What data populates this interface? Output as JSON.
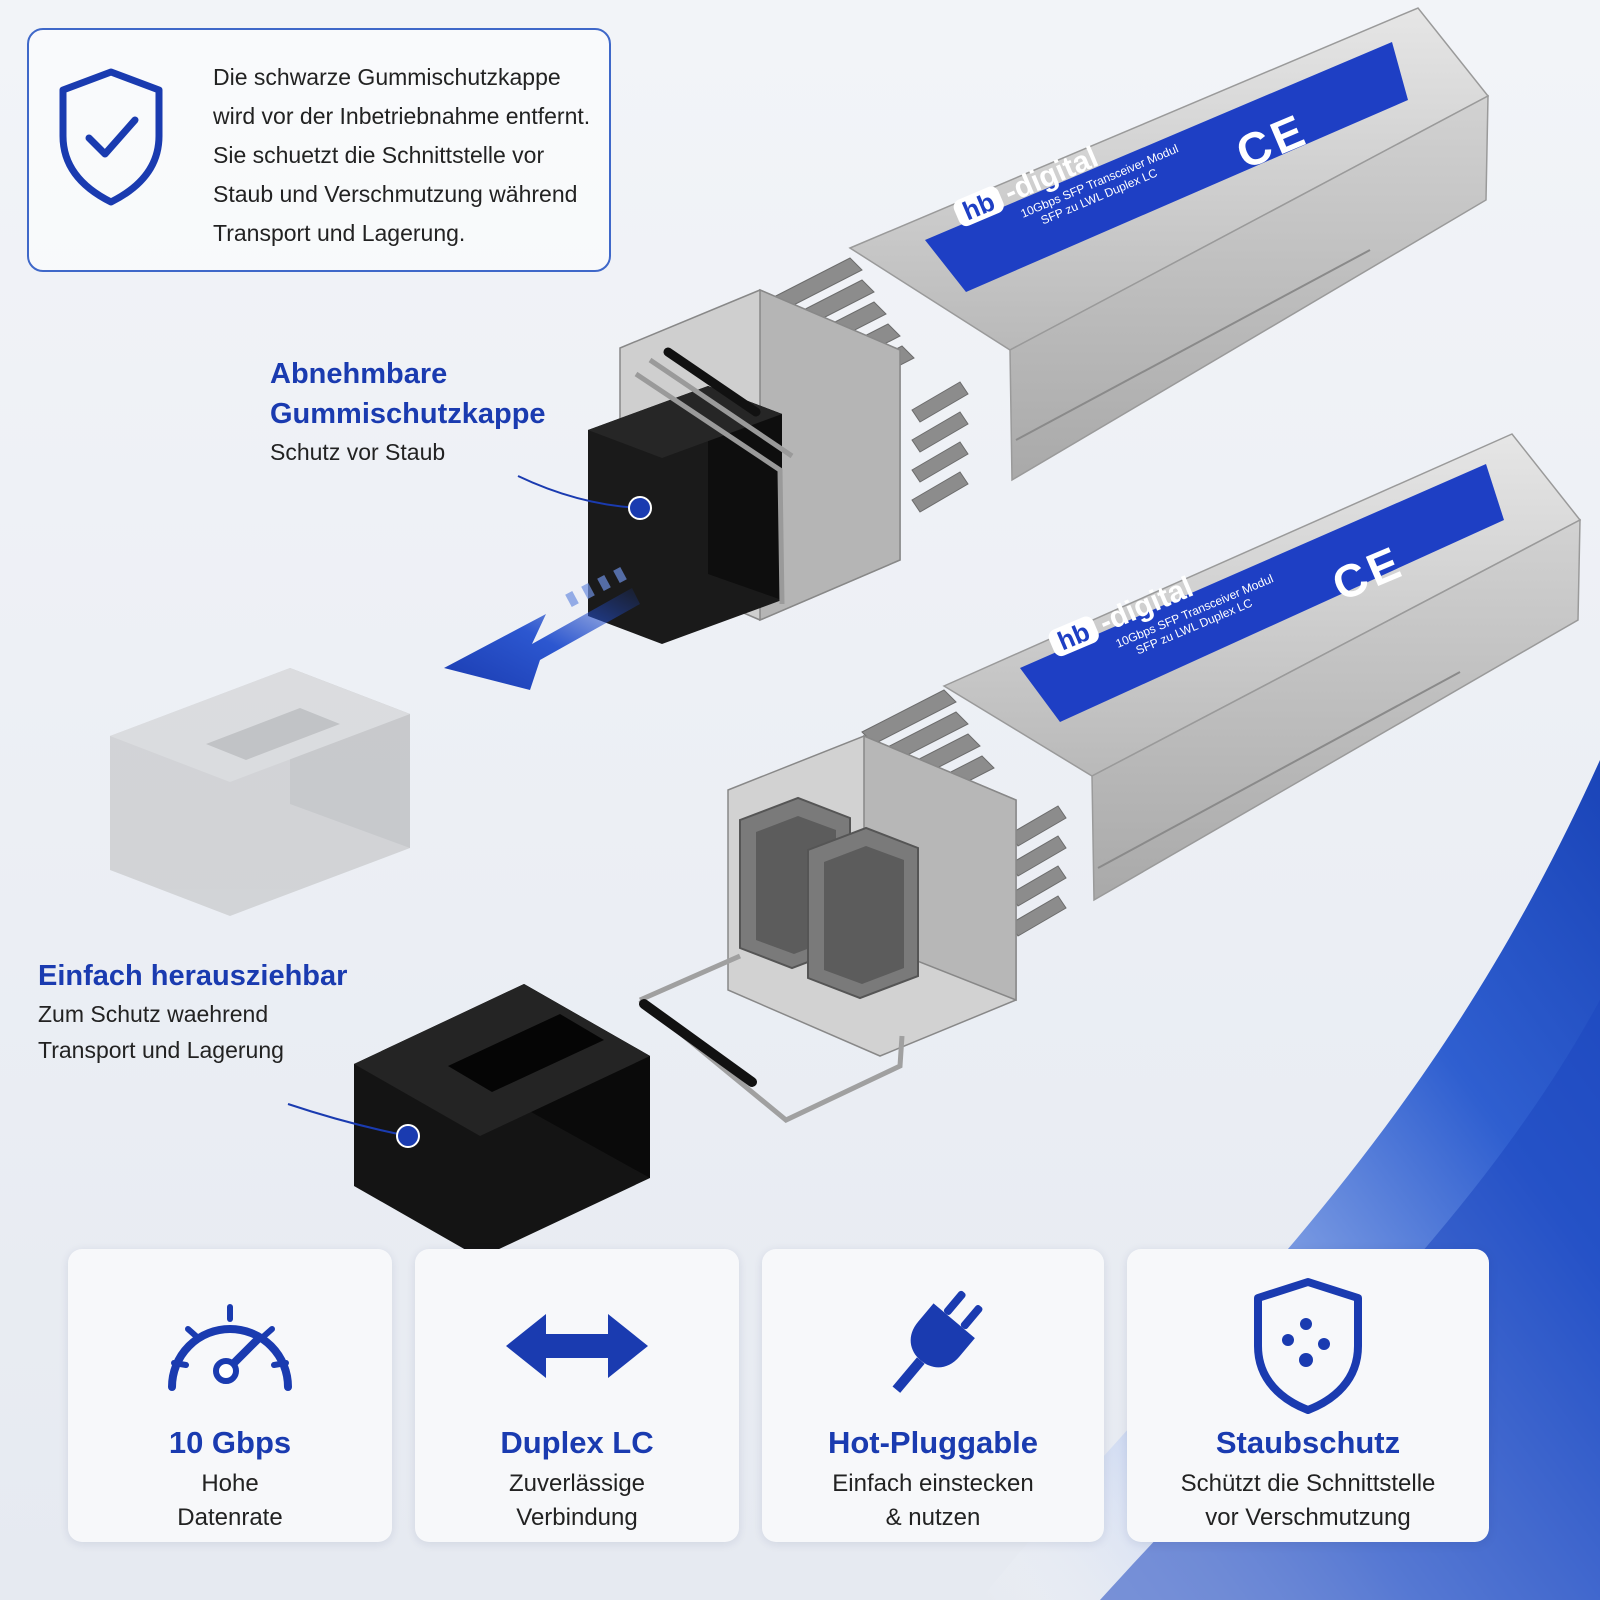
{
  "info_box": {
    "icon": "shield-check-icon",
    "lines": [
      "Die  schwarze Gummischutzkappe",
      "wird vor der Inbetriebnahme entfernt.",
      "Sie schuetzt die Schnittstelle vor",
      "Staub und Verschmutzung während",
      "Transport und Lagerung."
    ]
  },
  "callout_top": {
    "title_lines": [
      "Abnehmbare",
      "Gummischutzkappe"
    ],
    "subtitle": "Schutz vor Staub"
  },
  "callout_bottom": {
    "title": "Einfach herausziehbar",
    "lines": [
      "Zum Schutz waehrend",
      "Transport und Lagerung"
    ]
  },
  "module_label": {
    "brand_box": "hb",
    "brand_rest": "-digital",
    "line1": "10Gbps SFP Transceiver Modul",
    "line2": "SFP zu LWL Duplex LC"
  },
  "features": [
    {
      "icon": "speedometer-icon",
      "title": "10 Gbps",
      "line1": "Hohe",
      "line2": "Datenrate"
    },
    {
      "icon": "double-arrow-icon",
      "title": "Duplex LC",
      "line1": "Zuverlässige",
      "line2": "Verbindung"
    },
    {
      "icon": "plug-icon",
      "title": "Hot-Pluggable",
      "line1": "Einfach einstecken",
      "line2": "& nutzen"
    },
    {
      "icon": "shield-dust-icon",
      "title": "Staubschutz",
      "line1": "Schützt die Schnittstelle",
      "line2": "vor Verschmutzung"
    }
  ],
  "colors": {
    "accent_blue": "#1a3bb0",
    "label_blue": "#1e3fc4",
    "background": "#eef1f6",
    "cap_black": "#151515",
    "metal": "#c9c9c9"
  }
}
